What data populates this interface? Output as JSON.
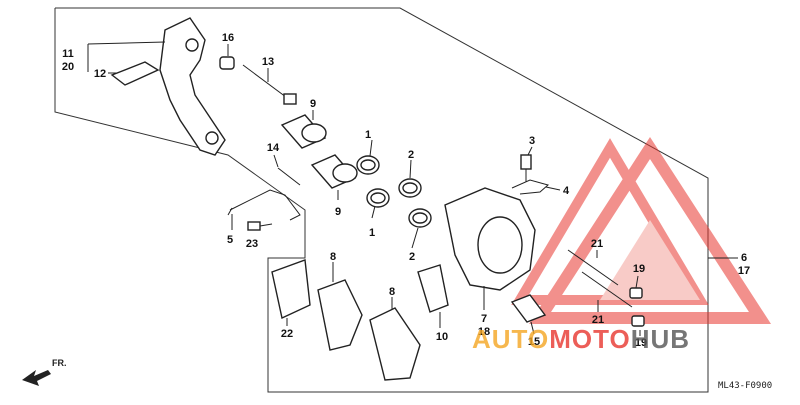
{
  "diagram": {
    "callouts": [
      {
        "id": "c1a",
        "text": "1"
      },
      {
        "id": "c1b",
        "text": "1"
      },
      {
        "id": "c2a",
        "text": "2"
      },
      {
        "id": "c2b",
        "text": "2"
      },
      {
        "id": "c3",
        "text": "3"
      },
      {
        "id": "c4",
        "text": "4"
      },
      {
        "id": "c5",
        "text": "5"
      },
      {
        "id": "c6",
        "text": "6"
      },
      {
        "id": "c7",
        "text": "7"
      },
      {
        "id": "c8a",
        "text": "8"
      },
      {
        "id": "c8b",
        "text": "8"
      },
      {
        "id": "c9a",
        "text": "9"
      },
      {
        "id": "c9b",
        "text": "9"
      },
      {
        "id": "c10",
        "text": "10"
      },
      {
        "id": "c11",
        "text": "11"
      },
      {
        "id": "c12",
        "text": "12"
      },
      {
        "id": "c13",
        "text": "13"
      },
      {
        "id": "c14",
        "text": "14"
      },
      {
        "id": "c15",
        "text": "15"
      },
      {
        "id": "c16",
        "text": "16"
      },
      {
        "id": "c17",
        "text": "17"
      },
      {
        "id": "c18",
        "text": "18"
      },
      {
        "id": "c19a",
        "text": "19"
      },
      {
        "id": "c19b",
        "text": "19"
      },
      {
        "id": "c20",
        "text": "20"
      },
      {
        "id": "c21a",
        "text": "21"
      },
      {
        "id": "c21b",
        "text": "21"
      },
      {
        "id": "c22",
        "text": "22"
      },
      {
        "id": "c23",
        "text": "23"
      }
    ],
    "front_label": "FR.",
    "diagram_code": "ML43-F0900"
  },
  "watermark": {
    "part1": "AUTO",
    "part2": "MOTO",
    "part3": "HUB",
    "color_primary": "#f5a623",
    "color_secondary": "#e8372f",
    "color_dark": "#555555"
  }
}
